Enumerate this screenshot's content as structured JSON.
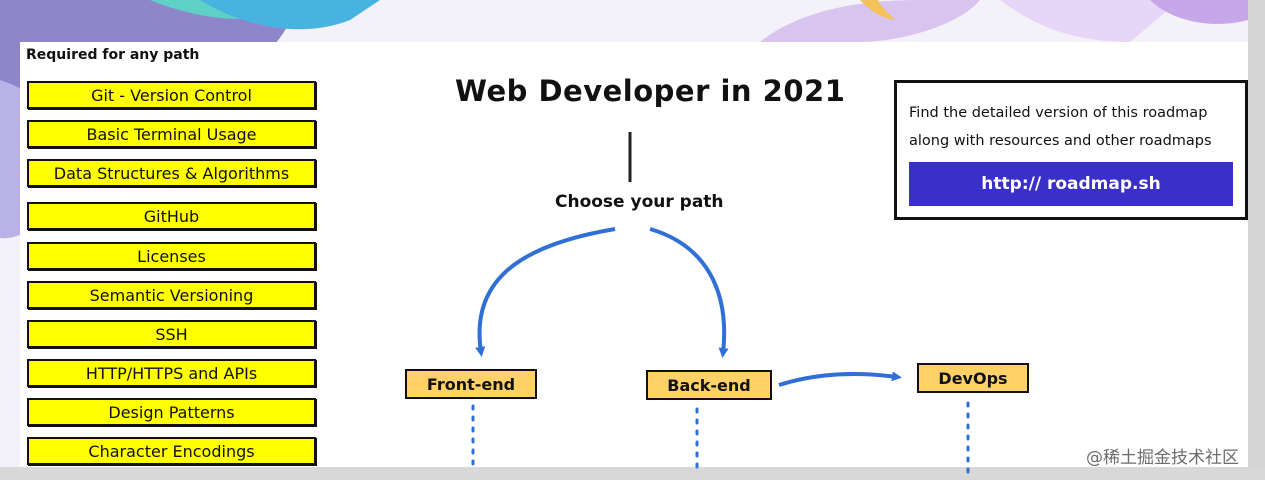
{
  "roadmap": {
    "title": "Web Developer in 2021",
    "required_label": "Required for any path",
    "required_topics": [
      "Git - Version Control",
      "Basic Terminal Usage",
      "Data Structures & Algorithms",
      "GitHub",
      "Licenses",
      "Semantic Versioning",
      "SSH",
      "HTTP/HTTPS and APIs",
      "Design Patterns",
      "Character Encodings"
    ],
    "choose_label": "Choose your path",
    "paths": {
      "frontend": "Front-end",
      "backend": "Back-end",
      "devops": "DevOps"
    },
    "info": {
      "text": "Find the detailed version of this roadmap along with resources and other roadmaps",
      "link": "http:// roadmap.sh"
    }
  },
  "watermark": "@稀土掘金技术社区",
  "colors": {
    "topic_fill": "#ffff00",
    "node_fill": "#ffd166",
    "arrow": "#2f6fd6",
    "link_button": "#3b2fc9"
  }
}
